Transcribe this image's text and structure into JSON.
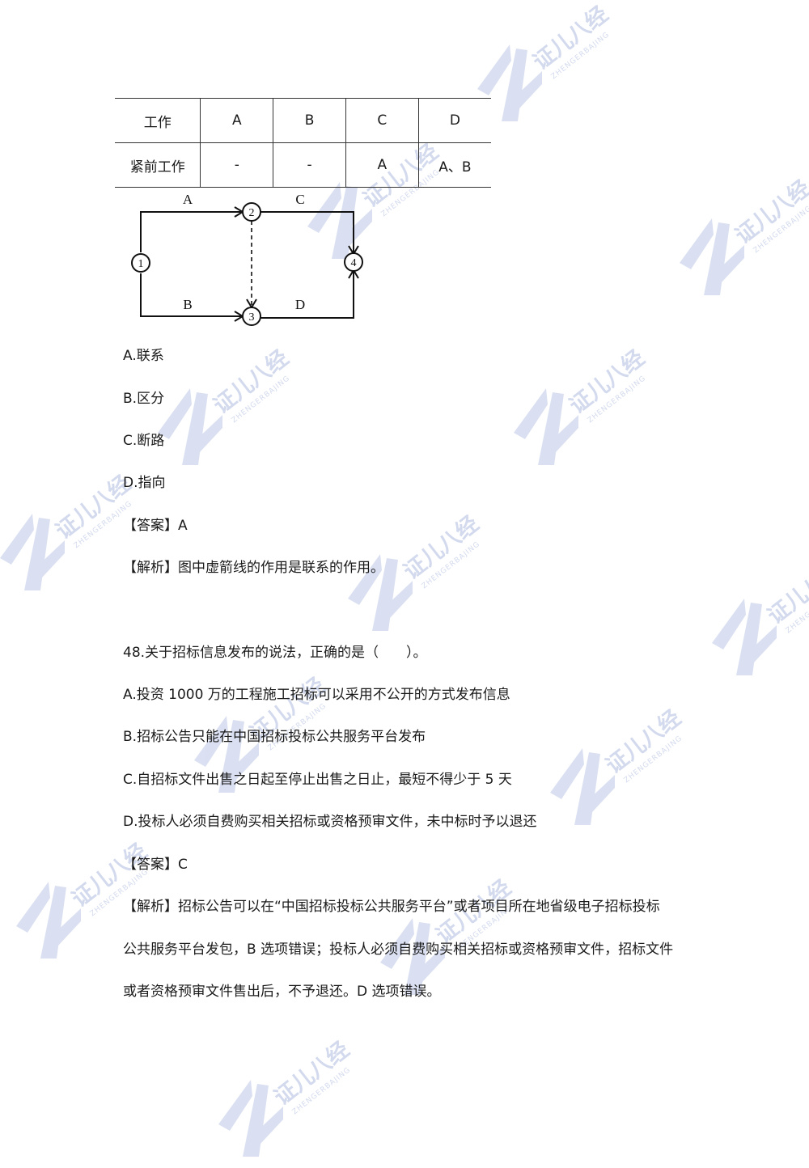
{
  "table": {
    "header": [
      "工作",
      "A",
      "B",
      "C",
      "D"
    ],
    "row": [
      "紧前工作",
      "-",
      "-",
      "A",
      "A、B"
    ]
  },
  "diagram": {
    "nodes": [
      "1",
      "2",
      "3",
      "4"
    ],
    "edge_labels": {
      "a": "A",
      "b": "B",
      "c": "C",
      "d": "D"
    }
  },
  "q47": {
    "options": [
      "A.联系",
      "B.区分",
      "C.断路",
      "D.指向"
    ],
    "answer": "【答案】A",
    "analysis": "【解析】图中虚箭线的作用是联系的作用。"
  },
  "q48": {
    "stem": "48.关于招标信息发布的说法，正确的是（　　）。",
    "options": [
      "A.投资 1000 万的工程施工招标可以采用不公开的方式发布信息",
      "B.招标公告只能在中国招标投标公共服务平台发布",
      "C.自招标文件出售之日起至停止出售之日止，最短不得少于 5 天",
      "D.投标人必须自费购买相关招标或资格预审文件，未中标时予以退还"
    ],
    "answer": "【答案】C",
    "analysis": [
      "【解析】招标公告可以在“中国招标投标公共服务平台”或者项目所在地省级电子招标投标",
      "公共服务平台发包，B 选项错误；投标人必须自费购买相关招标或资格预审文件，招标文件",
      "或者资格预审文件售出后，不予退还。D 选项错误。"
    ]
  },
  "watermark": {
    "brand": "证儿八经",
    "latin": "ZHENGERBAJING",
    "color": "#3a5bb5"
  }
}
